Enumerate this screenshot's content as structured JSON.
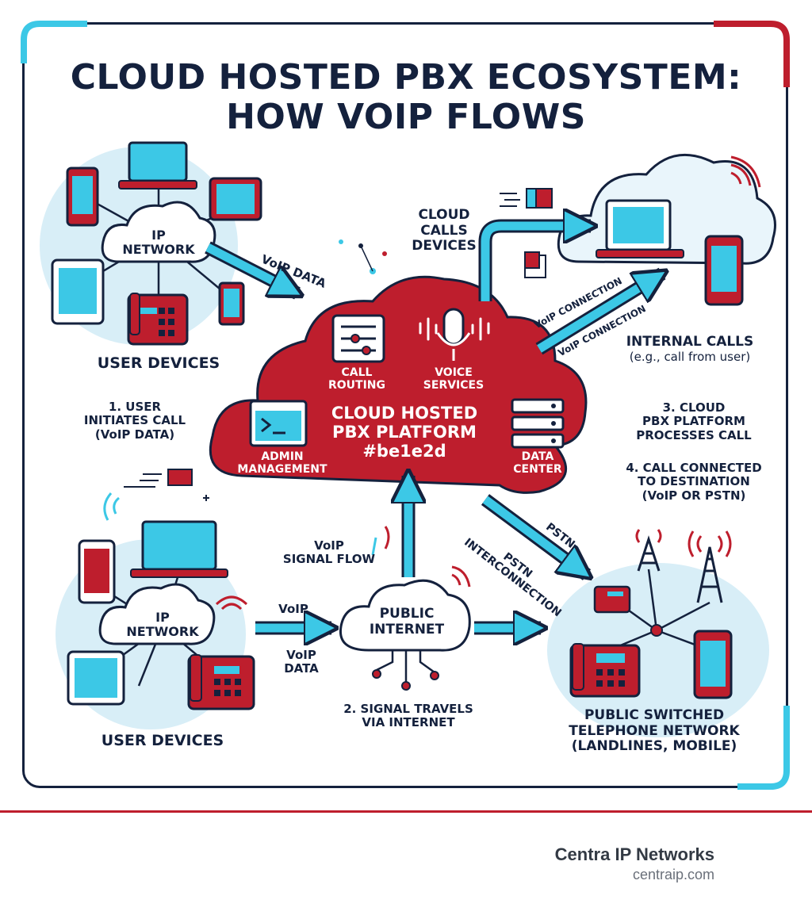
{
  "title_line1": "CLOUD HOSTED PBX ECOSYSTEM:",
  "title_line2": "HOW VOIP FLOWS",
  "colors": {
    "navy": "#14213d",
    "red": "#be1e2d",
    "cyan": "#3cc8e6",
    "light_blue": "#d8eef7"
  },
  "top_left": {
    "network_line1": "IP",
    "network_line2": "NETWORK",
    "caption": "USER DEVICES",
    "arrow_label": "VoIP DATA"
  },
  "bottom_left": {
    "network_line1": "IP",
    "network_line2": "NETWORK",
    "caption": "USER DEVICES",
    "arrow_label_top": "VoIP",
    "arrow_label_bottom_line1": "VoIP",
    "arrow_label_bottom_line2": "DATA"
  },
  "central": {
    "title_line1": "CLOUD HOSTED",
    "title_line2": "PBX PLATFORM",
    "color_code": "#be1e2d",
    "services": {
      "call_routing_line1": "CALL",
      "call_routing_line2": "ROUTING",
      "voice_line1": "VOICE",
      "voice_line2": "SERVICES",
      "admin_line1": "ADMIN",
      "admin_line2": "MANAGEMENT",
      "data_line1": "DATA",
      "data_line2": "CENTER"
    }
  },
  "cloud_devices": {
    "line1": "CLOUD",
    "line2": "CALLS",
    "line3": "DEVICES",
    "connection_1": "VoIP CONNECTION",
    "connection_2": "VoIP CONNECTION"
  },
  "internal_calls": {
    "line1": "INTERNAL CALLS",
    "line2": "(e.g., call from user)"
  },
  "public_internet": {
    "line1": "PUBLIC",
    "line2": "INTERNET",
    "signal_flow_line1": "VoIP",
    "signal_flow_line2": "SIGNAL FLOW"
  },
  "pstn": {
    "pstn_label": "PSTN",
    "interconnect_line1": "PSTN",
    "interconnect_line2": "INTERCONNECTION",
    "caption_line1": "PUBLIC SWITCHED",
    "caption_line2": "TELEPHONE NETWORK",
    "caption_line3": "(LANDLINES, MOBILE)"
  },
  "steps": {
    "s1_line1": "1. USER",
    "s1_line2": "INITIATES CALL",
    "s1_line3": "(VoIP DATA)",
    "s2_line1": "2. SIGNAL TRAVELS",
    "s2_line2": "VIA INTERNET",
    "s3_line1": "3. CLOUD",
    "s3_line2": "PBX PLATFORM",
    "s3_line3": "PROCESSES CALL",
    "s4_line1": "4. CALL CONNECTED",
    "s4_line2": "TO DESTINATION",
    "s4_line3": "(VoIP OR PSTN)"
  },
  "footer": {
    "brand": "Centra IP Networks",
    "url": "centraip.com"
  }
}
